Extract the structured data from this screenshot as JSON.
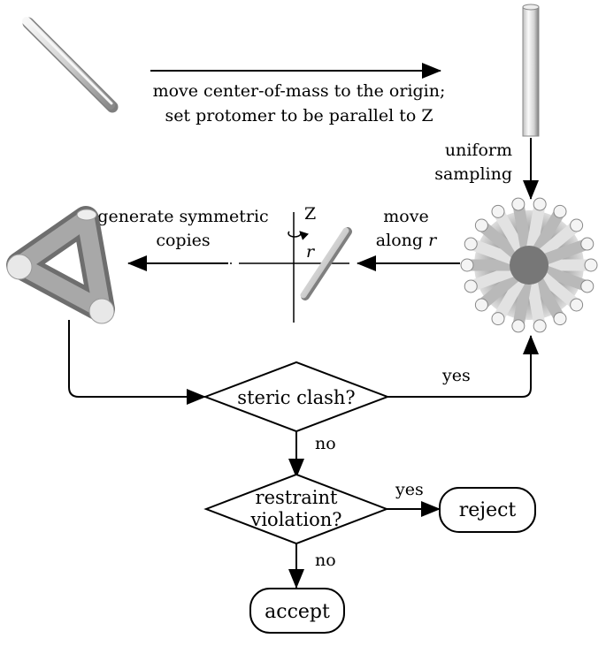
{
  "labels": {
    "move_line1": "move center-of-mass to the origin;",
    "move_line2": "set protomer to be parallel to Z",
    "uniform_line1": "uniform",
    "uniform_line2": "sampling",
    "generate_line1": "generate symmetric",
    "generate_line2": "copies",
    "move_along": "move",
    "along": "along ",
    "r": "r",
    "axis_z": "Z",
    "axis_r": "r",
    "steric": "steric clash?",
    "yes1": "yes",
    "no1": "no",
    "restraint_line1": "restraint",
    "restraint_line2": "violation?",
    "yes2": "yes",
    "no2": "no",
    "reject": "reject",
    "accept": "accept"
  },
  "colors": {
    "ink": "#000000",
    "cylinder_dark": "#8a8a8a",
    "cylinder_light": "#f2f2f2"
  }
}
